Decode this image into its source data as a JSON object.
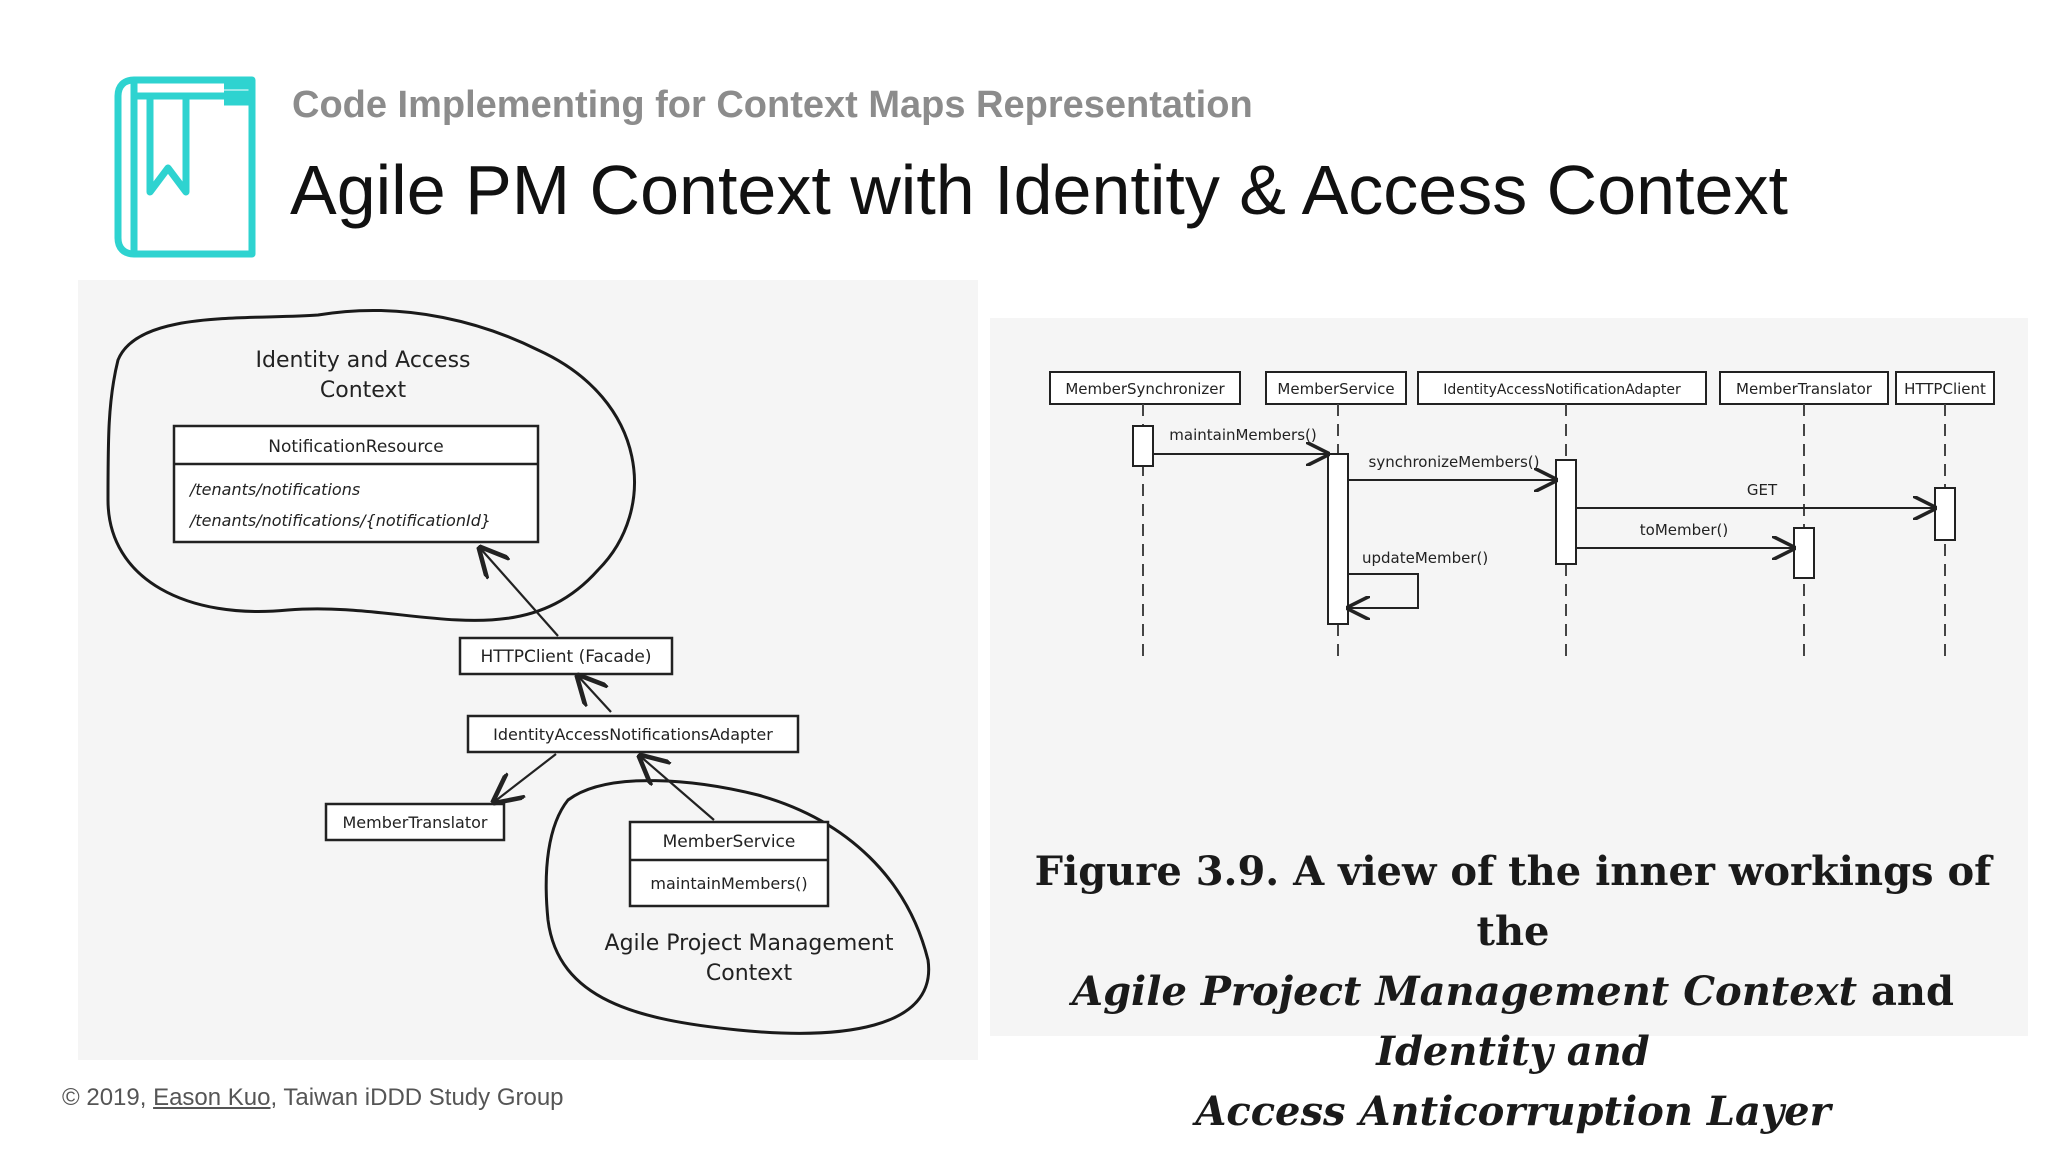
{
  "header": {
    "subtitle": "Code Implementing for Context Maps Representation",
    "title": "Agile PM Context with Identity & Access Context"
  },
  "logo": {
    "icon": "book-bookmark-icon",
    "color": "#2ed3d0"
  },
  "context_map": {
    "identity_context_label_line1": "Identity and Access",
    "identity_context_label_line2": "Context",
    "notification_resource": "NotificationResource",
    "endpoint_1": "/tenants/notifications",
    "endpoint_2": "/tenants/notifications/{notificationId}",
    "http_client": "HTTPClient (Facade)",
    "adapter": "IdentityAccessNotificationsAdapter",
    "member_translator": "MemberTranslator",
    "member_service": "MemberService",
    "maintain_members": "maintainMembers()",
    "agile_context_label_line1": "Agile Project Management",
    "agile_context_label_line2": "Context"
  },
  "sequence": {
    "participants": [
      "MemberSynchronizer",
      "MemberService",
      "IdentityAccessNotificationAdapter",
      "MemberTranslator",
      "HTTPClient"
    ],
    "messages": [
      "maintainMembers()",
      "synchronizeMembers()",
      "GET",
      "toMember()",
      "updateMember()"
    ]
  },
  "caption": {
    "prefix": "Figure 3.9. A view of the inner workings of the",
    "agile": "Agile Project Management Context",
    "and": "and",
    "identity": "Identity and",
    "acl": "Access Anticorruption Layer"
  },
  "footer": {
    "copyright": "© 2019, ",
    "author": "Eason Kuo",
    "group": ", Taiwan iDDD Study Group"
  }
}
